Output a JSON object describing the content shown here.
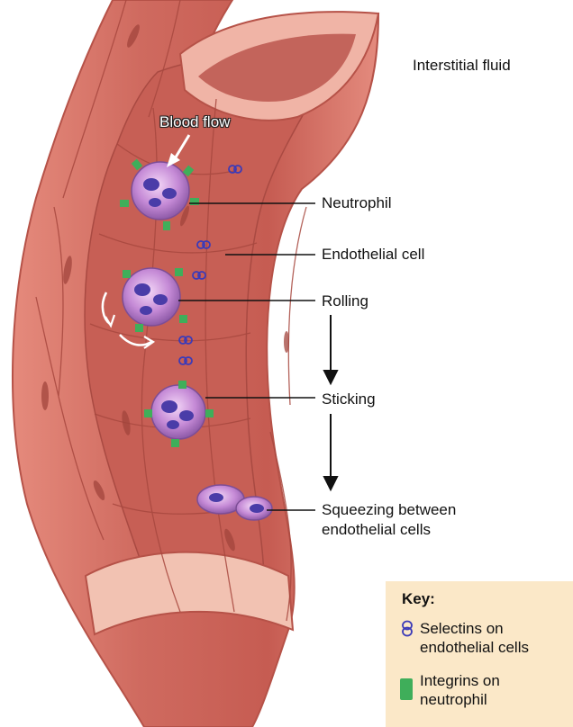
{
  "labels": {
    "interstitial_fluid": "Interstitial fluid",
    "blood_flow": "Blood flow",
    "neutrophil": "Neutrophil",
    "endothelial_cell": "Endothelial cell",
    "rolling": "Rolling",
    "sticking": "Sticking",
    "squeezing_line1": "Squeezing between",
    "squeezing_line2": "endothelial cells"
  },
  "key": {
    "title": "Key:",
    "selectins_line1": "Selectins on",
    "selectins_line2": "endothelial cells",
    "integrins_line1": "Integrins on",
    "integrins_line2": "neutrophil"
  },
  "colors": {
    "vessel": "#d9736a",
    "vessel_dark": "#b8524a",
    "vessel_light": "#f2b3a6",
    "neutrophil": "#c98ad8",
    "nucleus": "#4a3ca8",
    "integrin": "#3fae5a",
    "selectin": "#3b3ab8",
    "key_bg": "#fbe8c8"
  }
}
